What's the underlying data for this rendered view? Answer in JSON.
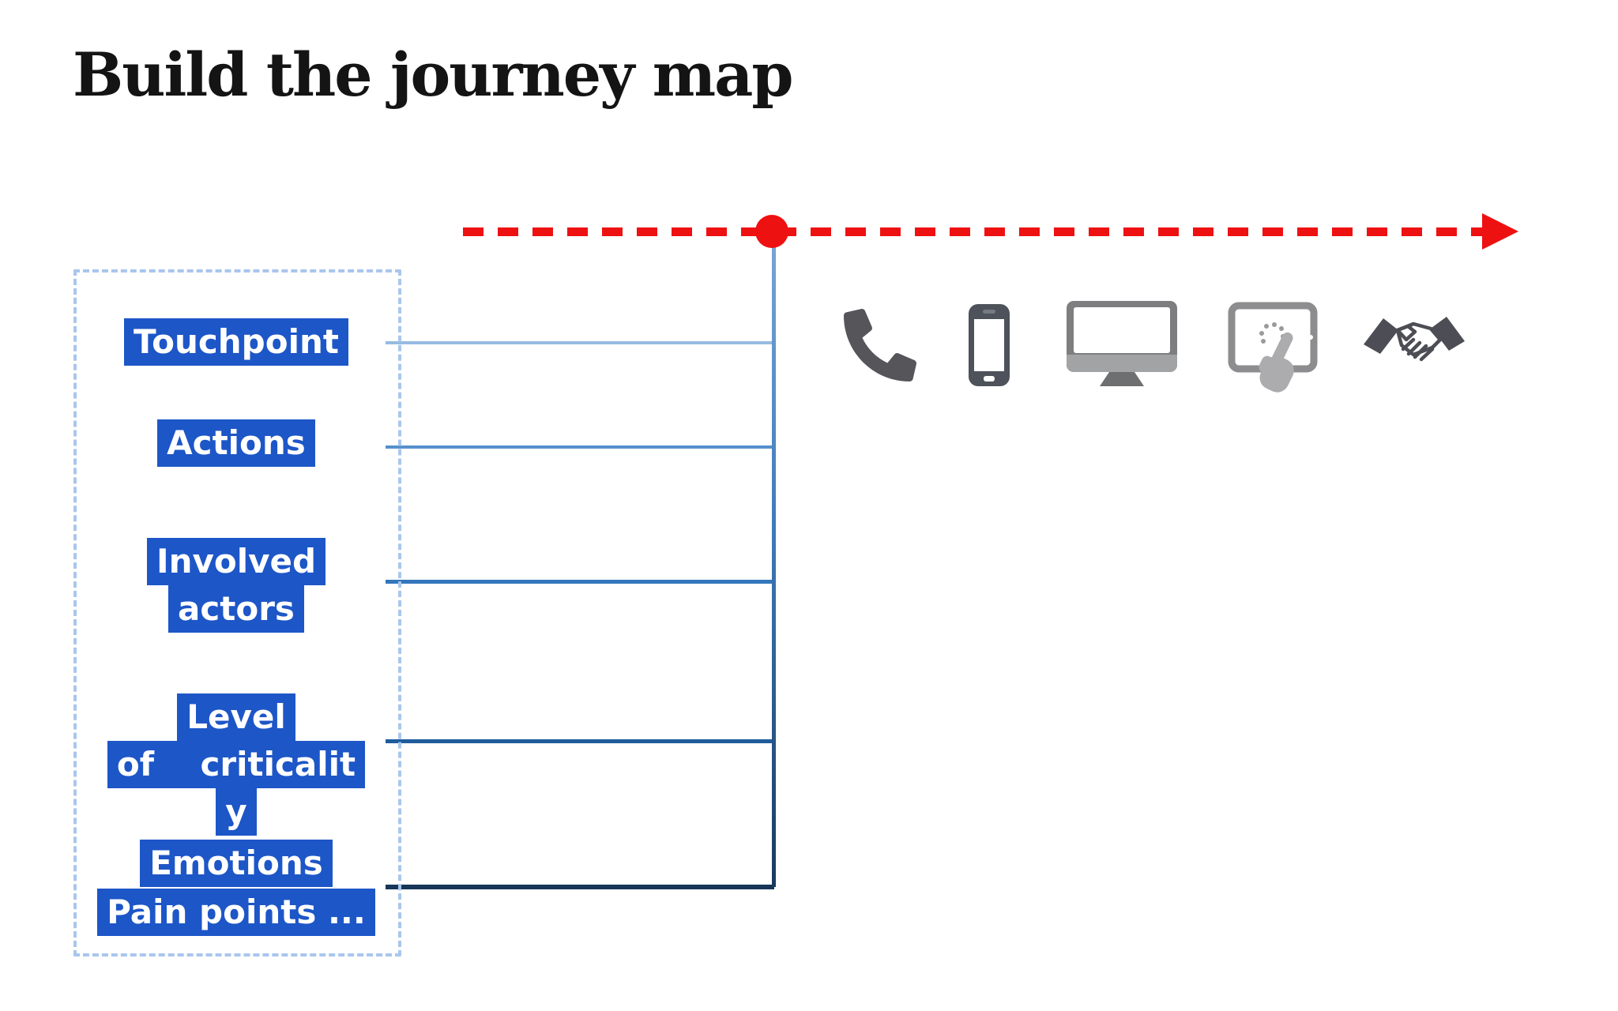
{
  "page": {
    "title": "Build the journey map"
  },
  "colors": {
    "arrow_red": "#ee1111",
    "label_blue": "#1d56c7",
    "label_text": "#ffffff",
    "legend_box_dash_blue": "#a9c6ee",
    "row_line_blues": [
      "#97bbe2",
      "#5590cc",
      "#3377bb",
      "#1f5c9b",
      "#173659"
    ],
    "axis_gradient_top": "#79a6d8",
    "axis_gradient_bottom": "#183a61",
    "icon_gray_dark": "#55555a",
    "icon_gray_mid": "#8d8d8f",
    "icon_gray_light": "#acacae"
  },
  "legend": {
    "items": [
      {
        "name": "touchpoint",
        "label": "Touchpoint",
        "lines": [
          "Touchpoint"
        ]
      },
      {
        "name": "actions",
        "label": "Actions",
        "lines": [
          "Actions"
        ]
      },
      {
        "name": "involved-actors",
        "label": "Involved actors",
        "lines": [
          "Involved",
          "actors"
        ]
      },
      {
        "name": "level-of-criticality",
        "label": "Level of criticality",
        "lines": [
          "Level",
          "of    criticalit",
          "y"
        ]
      },
      {
        "name": "emotions",
        "label": "Emotions",
        "lines": [
          "Emotions"
        ]
      },
      {
        "name": "pain-points",
        "label": "Pain points ...",
        "lines": [
          "Pain points ..."
        ]
      }
    ]
  },
  "channel_icons": [
    {
      "name": "phone-icon"
    },
    {
      "name": "smartphone-icon"
    },
    {
      "name": "desktop-monitor-icon"
    },
    {
      "name": "tablet-touch-icon"
    },
    {
      "name": "handshake-icon"
    }
  ]
}
